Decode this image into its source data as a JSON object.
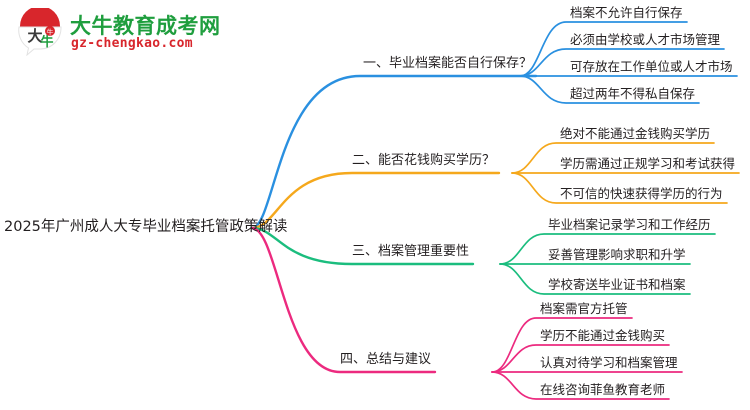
{
  "logo": {
    "name_cn": "大牛教育成考网",
    "url": "gz-chengkao.com",
    "mark_text": "大牛",
    "mark_colors": {
      "dome": "#d8262c",
      "accent": "#1f9e3e",
      "bubble": "#ffffff"
    }
  },
  "mindmap": {
    "root": "2025年广州成人大专毕业档案托管政策解读",
    "colors": {
      "branch1": "#2a90e0",
      "branch2": "#f5a81c",
      "branch3": "#1bbd7e",
      "branch4": "#ec2a7f",
      "text": "#231f20"
    },
    "branches": [
      {
        "label": "一、毕业档案能否自行保存？",
        "color": "#2a90e0",
        "children": [
          "档案不允许自行保存",
          "必须由学校或人才市场管理",
          "可存放在工作单位或人才市场",
          "超过两年不得私自保存"
        ]
      },
      {
        "label": "二、能否花钱购买学历？",
        "color": "#f5a81c",
        "children": [
          "绝对不能通过金钱购买学历",
          "学历需通过正规学习和考试获得",
          "不可信的快速获得学历的行为"
        ]
      },
      {
        "label": "三、档案管理重要性",
        "color": "#1bbd7e",
        "children": [
          "毕业档案记录学习和工作经历",
          "妥善管理影响求职和升学",
          "学校寄送毕业证书和档案"
        ]
      },
      {
        "label": "四、总结与建议",
        "color": "#ec2a7f",
        "children": [
          "档案需官方托管",
          "学历不能通过金钱购买",
          "认真对待学习和档案管理",
          "在线咨询菲鱼教育老师"
        ]
      }
    ]
  }
}
